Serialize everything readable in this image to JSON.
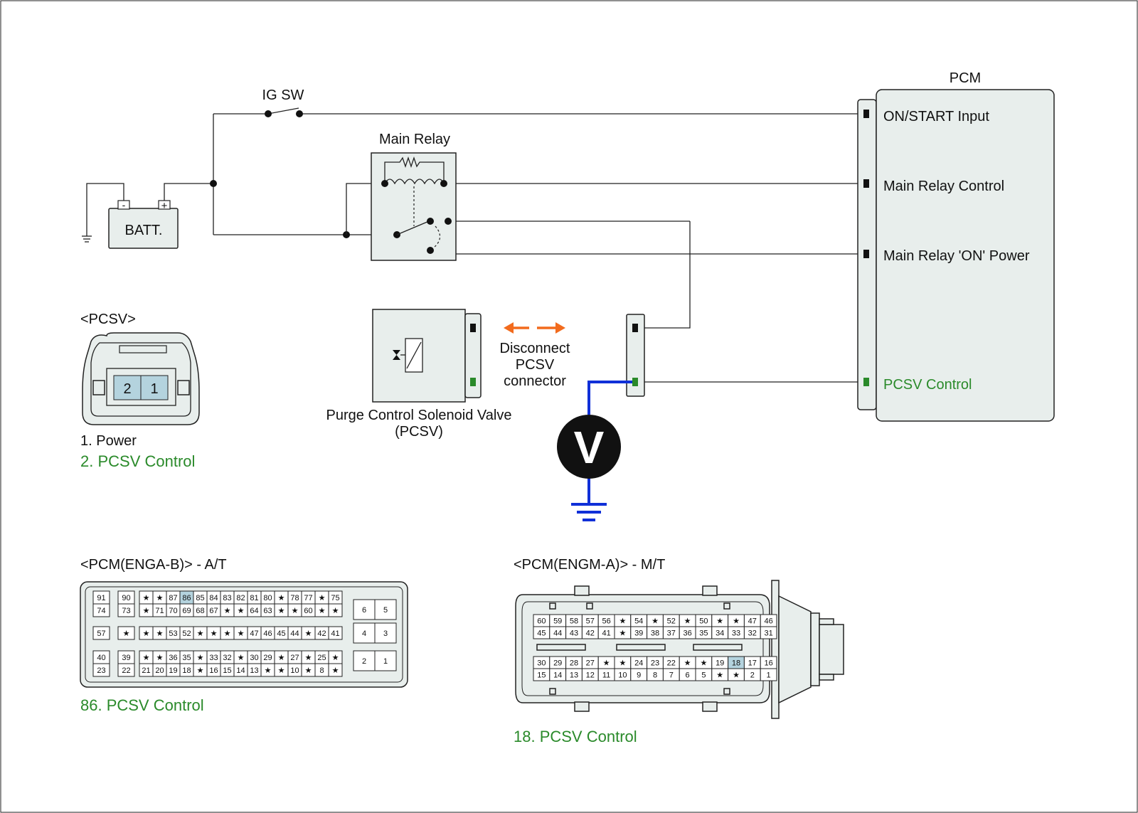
{
  "colors": {
    "wire": "#222222",
    "body": "#e8eeec",
    "highlight": "#b4d3de",
    "signal_green": "#2a8a2a",
    "probe_blue": "#1030d8",
    "arrow_orange": "#f26b1d"
  },
  "labels": {
    "pcm": "PCM",
    "ig_sw": "IG SW",
    "main_relay": "Main Relay",
    "batt": "BATT.",
    "batt_neg": "-",
    "batt_pos": "+",
    "pcm_pins": [
      "ON/START Input",
      "Main Relay Control",
      "Main Relay 'ON' Power",
      "PCSV Control"
    ],
    "disconnect": [
      "Disconnect",
      "PCSV",
      "connector"
    ],
    "pcsv_name": [
      "Purge Control Solenoid Valve",
      "(PCSV)"
    ],
    "voltmeter": "V"
  },
  "pcsv_connector": {
    "title": "<PCSV>",
    "pins": [
      "2",
      "1"
    ],
    "legend": [
      "1. Power",
      "2. PCSV Control"
    ]
  },
  "enga_b": {
    "title": "<PCM(ENGA-B)> - A/T",
    "highlight": "86",
    "note": "86. PCSV Control",
    "groups": [
      {
        "cols": 1,
        "rows": [
          [
            "91"
          ],
          [
            "74"
          ]
        ]
      },
      {
        "cols": 1,
        "rows": [
          [
            "90"
          ],
          [
            "73"
          ]
        ]
      },
      {
        "cols": 15,
        "rows": [
          [
            "★",
            "★",
            "87",
            "86",
            "85",
            "84",
            "83",
            "82",
            "81",
            "80",
            "★",
            "78",
            "77",
            "★",
            "75"
          ],
          [
            "★",
            "71",
            "70",
            "69",
            "68",
            "67",
            "★",
            "★",
            "64",
            "63",
            "★",
            "★",
            "60",
            "★",
            "★"
          ]
        ]
      },
      {
        "cols": 2,
        "rows": [
          [
            "6",
            "5"
          ]
        ]
      },
      {
        "cols": 1,
        "rows": [
          [
            "57"
          ]
        ]
      },
      {
        "cols": 1,
        "rows": [
          [
            "★"
          ]
        ]
      },
      {
        "cols": 15,
        "rows": [
          [
            "★",
            "★",
            "53",
            "52",
            "★",
            "★",
            "★",
            "★",
            "47",
            "46",
            "45",
            "44",
            "★",
            "42",
            "41"
          ]
        ]
      },
      {
        "cols": 2,
        "rows": [
          [
            "4",
            "3"
          ]
        ]
      },
      {
        "cols": 1,
        "rows": [
          [
            "40"
          ],
          [
            "23"
          ]
        ]
      },
      {
        "cols": 1,
        "rows": [
          [
            "39"
          ],
          [
            "22"
          ]
        ]
      },
      {
        "cols": 15,
        "rows": [
          [
            "★",
            "★",
            "36",
            "35",
            "★",
            "33",
            "32",
            "★",
            "30",
            "29",
            "★",
            "27",
            "★",
            "25",
            "★"
          ],
          [
            "21",
            "20",
            "19",
            "18",
            "★",
            "16",
            "15",
            "14",
            "13",
            "★",
            "★",
            "10",
            "★",
            "8",
            "★"
          ]
        ]
      },
      {
        "cols": 2,
        "rows": [
          [
            "2",
            "1"
          ]
        ]
      }
    ]
  },
  "engm_a": {
    "title": "<PCM(ENGM-A)> - M/T",
    "highlight": "18",
    "note": "18. PCSV Control",
    "top_rows": [
      [
        "60",
        "59",
        "58",
        "57",
        "56",
        "★",
        "54",
        "★",
        "52",
        "★",
        "50",
        "★",
        "★",
        "47",
        "46"
      ],
      [
        "45",
        "44",
        "43",
        "42",
        "41",
        "★",
        "39",
        "38",
        "37",
        "36",
        "35",
        "34",
        "33",
        "32",
        "31"
      ]
    ],
    "bottom_rows": [
      [
        "30",
        "29",
        "28",
        "27",
        "★",
        "★",
        "24",
        "23",
        "22",
        "★",
        "★",
        "19",
        "18",
        "17",
        "16"
      ],
      [
        "15",
        "14",
        "13",
        "12",
        "11",
        "10",
        "9",
        "8",
        "7",
        "6",
        "5",
        "★",
        "★",
        "2",
        "1"
      ]
    ]
  }
}
